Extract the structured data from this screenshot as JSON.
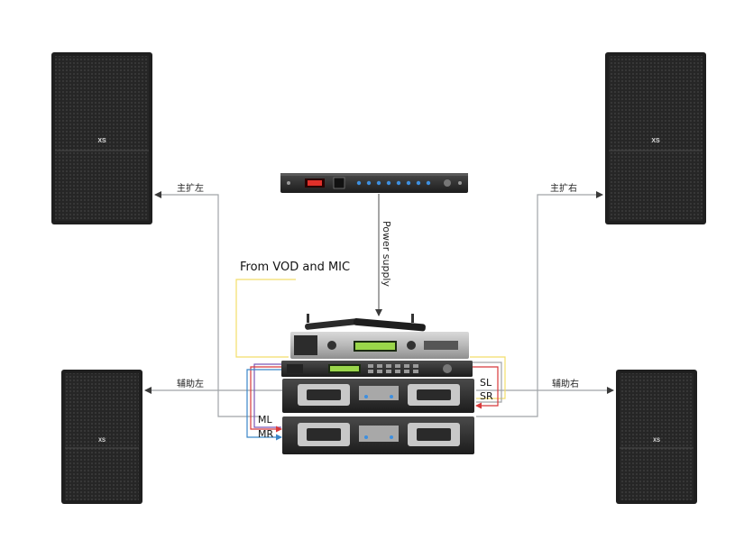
{
  "labels": {
    "main_left": "主扩左",
    "main_right": "主扩右",
    "aux_left": "辅助左",
    "aux_right": "辅助右",
    "power_supply": "Power supply",
    "source": "From VOD and MIC",
    "sl": "SL",
    "sr": "SR",
    "ml": "ML",
    "mr": "MR"
  },
  "speaker_logo": "XS",
  "colors": {
    "wire_gray": "#a0a4a8",
    "wire_yellow": "#f2de6a",
    "wire_red": "#d8383a",
    "wire_blue": "#3b86c8",
    "wire_purple": "#7a58b8",
    "arrow": "#3a3a3a",
    "speaker_body": "#2b2b2b",
    "display_green": "#9ad64a",
    "display_red": "#e0302a",
    "led_blue": "#3d8fe0"
  }
}
